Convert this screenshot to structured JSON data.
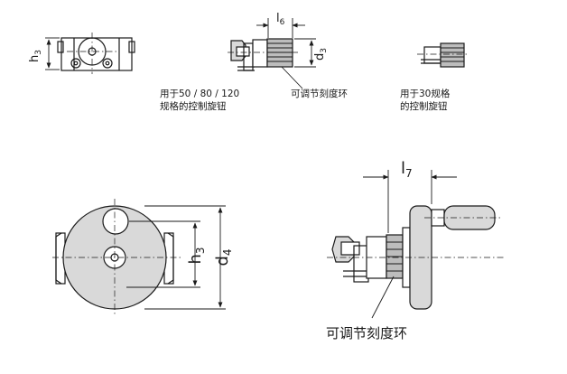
{
  "top_left": {
    "dim_h3_symbol": "h",
    "dim_h3_sub": "3"
  },
  "top_middle": {
    "dim_l6_symbol": "l",
    "dim_l6_sub": "6",
    "dim_d3_symbol": "d",
    "dim_d3_sub": "3",
    "caption_line1": "用于50 / 80 / 120",
    "caption_line2": "规格的控制旋钮",
    "ring_label": "可调节刻度环"
  },
  "top_right": {
    "caption_line1": "用于30规格",
    "caption_line2": "的控制旋钮"
  },
  "bottom_left": {
    "dim_h3_symbol": "h",
    "dim_h3_sub": "3",
    "dim_d4_symbol": "d",
    "dim_d4_sub": "4"
  },
  "bottom_right": {
    "dim_l7_symbol": "l",
    "dim_l7_sub": "7",
    "ring_label": "可调节刻度环"
  }
}
